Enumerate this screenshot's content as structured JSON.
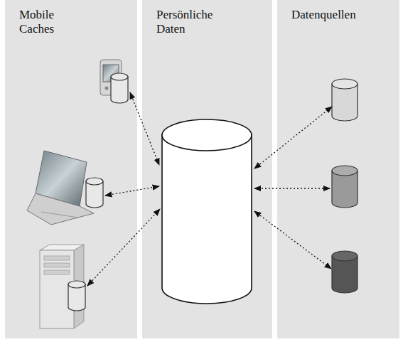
{
  "diagram": {
    "nodes": [
      {
        "text": [
          "Mobile Caches"
        ]
      },
      {
        "text": [
          "Persönliche Daten"
        ]
      },
      {
        "text": [
          "Datenquellen"
        ]
      }
    ]
  }
}
